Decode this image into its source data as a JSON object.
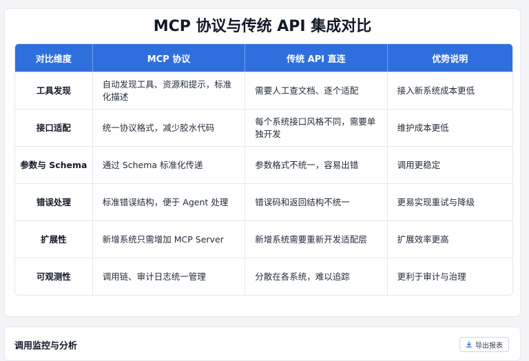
{
  "title": "MCP 协议与传统 API 集成对比",
  "table": {
    "headers": [
      "对比维度",
      "MCP 协议",
      "传统 API 直连",
      "优势说明"
    ],
    "rows": [
      [
        "工具发现",
        "自动发现工具、资源和提示，标准化描述",
        "需要人工查文档、逐个适配",
        "接入新系统成本更低"
      ],
      [
        "接口适配",
        "统一协议格式，减少胶水代码",
        "每个系统接口风格不同，需要单独开发",
        "维护成本更低"
      ],
      [
        "参数与 Schema",
        "通过 Schema 标准化传递",
        "参数格式不统一，容易出错",
        "调用更稳定"
      ],
      [
        "错误处理",
        "标准错误结构，便于 Agent 处理",
        "错误码和返回结构不统一",
        "更易实现重试与降级"
      ],
      [
        "扩展性",
        "新增系统只需增加 MCP Server",
        "新增系统需要重新开发适配层",
        "扩展效率更高"
      ],
      [
        "可观测性",
        "调用链、审计日志统一管理",
        "分散在各系统，难以追踪",
        "更利于审计与治理"
      ]
    ]
  },
  "bottom": {
    "title": "调用监控与分析",
    "export_label": "导出报表",
    "export_icon": "download-icon"
  },
  "colors": {
    "header_bg": "#2f6fdd",
    "border": "#e5e7eb"
  }
}
